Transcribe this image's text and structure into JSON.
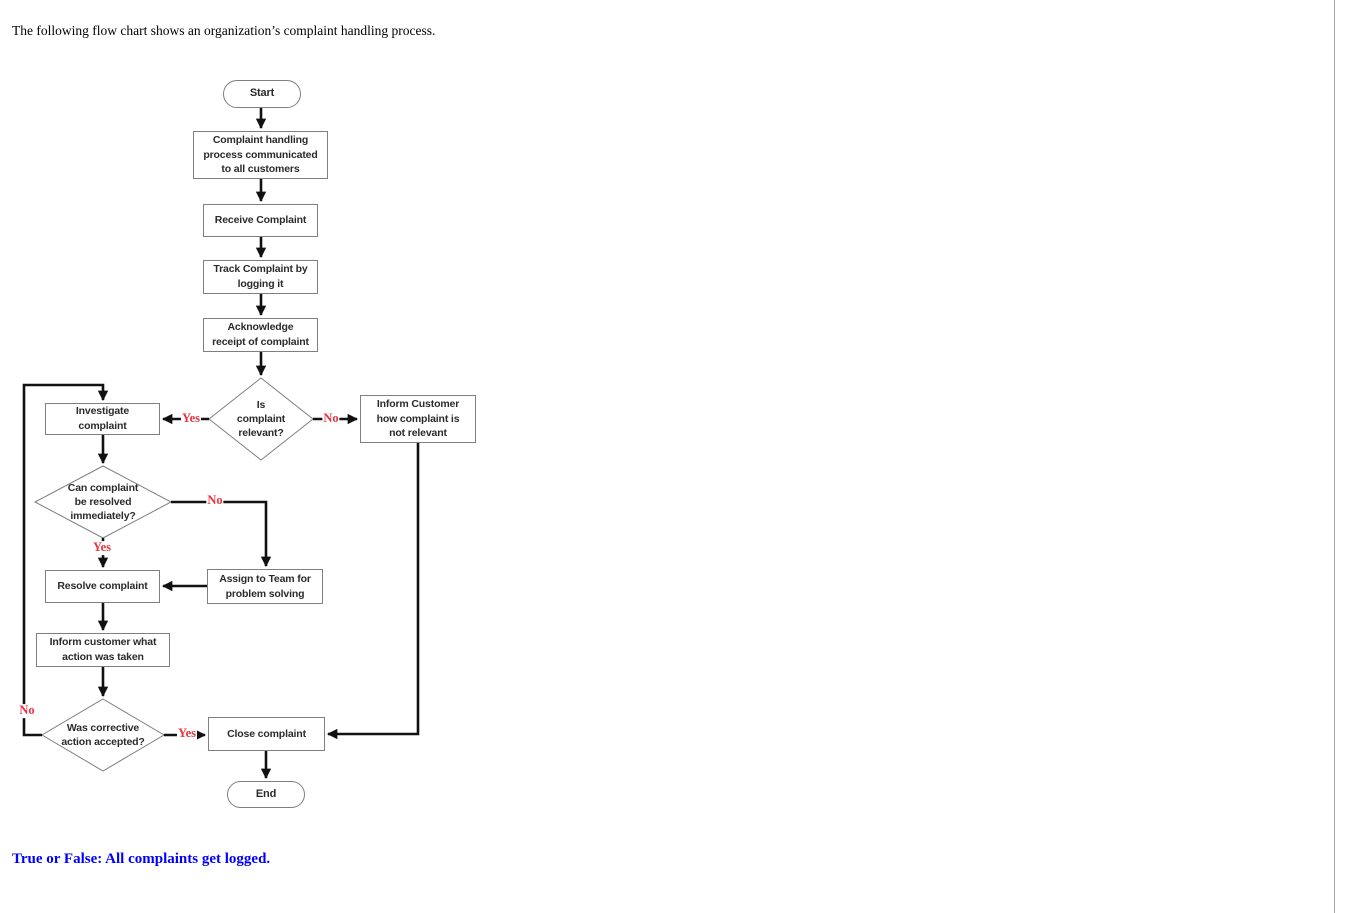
{
  "page": {
    "intro_text": "The following flow chart shows an organization’s complaint handling process.",
    "question_text": "True or False: All complaints get logged."
  },
  "colors": {
    "connector_line": "#111111",
    "shape_border": "#7f7f7f",
    "shape_fill": "#ffffff",
    "node_text": "#2b2b2b",
    "edge_label_red": "#e53540",
    "question_blue": "#0000ff",
    "frame_border_gray": "#a6a6a6"
  },
  "flowchart": {
    "nodes": {
      "start": {
        "type": "terminator",
        "label": "Start"
      },
      "communicate": {
        "type": "process",
        "label": "Complaint handling\nprocess communicated\nto all customers"
      },
      "receive": {
        "type": "process",
        "label": "Receive Complaint"
      },
      "track": {
        "type": "process",
        "label": "Track Complaint by\nlogging it"
      },
      "acknowledge": {
        "type": "process",
        "label": "Acknowledge\nreceipt of complaint"
      },
      "relevant": {
        "type": "decision",
        "label": "Is\ncomplaint\nrelevant?"
      },
      "investigate": {
        "type": "process",
        "label": "Investigate\ncomplaint"
      },
      "inform_not_relevant": {
        "type": "process",
        "label": "Inform Customer\nhow complaint is\nnot relevant"
      },
      "resolve_immediately": {
        "type": "decision",
        "label": "Can complaint\nbe resolved\nimmediately?"
      },
      "resolve": {
        "type": "process",
        "label": "Resolve complaint"
      },
      "assign": {
        "type": "process",
        "label": "Assign to Team for\nproblem solving"
      },
      "inform_action": {
        "type": "process",
        "label": "Inform customer what\naction was taken"
      },
      "accepted": {
        "type": "decision",
        "label": "Was corrective\naction accepted?"
      },
      "close": {
        "type": "process",
        "label": "Close complaint"
      },
      "end": {
        "type": "terminator",
        "label": "End"
      }
    },
    "edges": [
      {
        "from": "start",
        "to": "communicate"
      },
      {
        "from": "communicate",
        "to": "receive"
      },
      {
        "from": "receive",
        "to": "track"
      },
      {
        "from": "track",
        "to": "acknowledge"
      },
      {
        "from": "acknowledge",
        "to": "relevant"
      },
      {
        "from": "relevant",
        "to": "investigate",
        "label": "Yes"
      },
      {
        "from": "relevant",
        "to": "inform_not_relevant",
        "label": "No"
      },
      {
        "from": "investigate",
        "to": "resolve_immediately"
      },
      {
        "from": "resolve_immediately",
        "to": "resolve",
        "label": "Yes"
      },
      {
        "from": "resolve_immediately",
        "to": "assign",
        "label": "No"
      },
      {
        "from": "assign",
        "to": "resolve"
      },
      {
        "from": "resolve",
        "to": "inform_action"
      },
      {
        "from": "inform_action",
        "to": "accepted"
      },
      {
        "from": "accepted",
        "to": "close",
        "label": "Yes"
      },
      {
        "from": "accepted",
        "to": "investigate",
        "label": "No"
      },
      {
        "from": "close",
        "to": "end"
      },
      {
        "from": "inform_not_relevant",
        "to": "close"
      }
    ]
  }
}
